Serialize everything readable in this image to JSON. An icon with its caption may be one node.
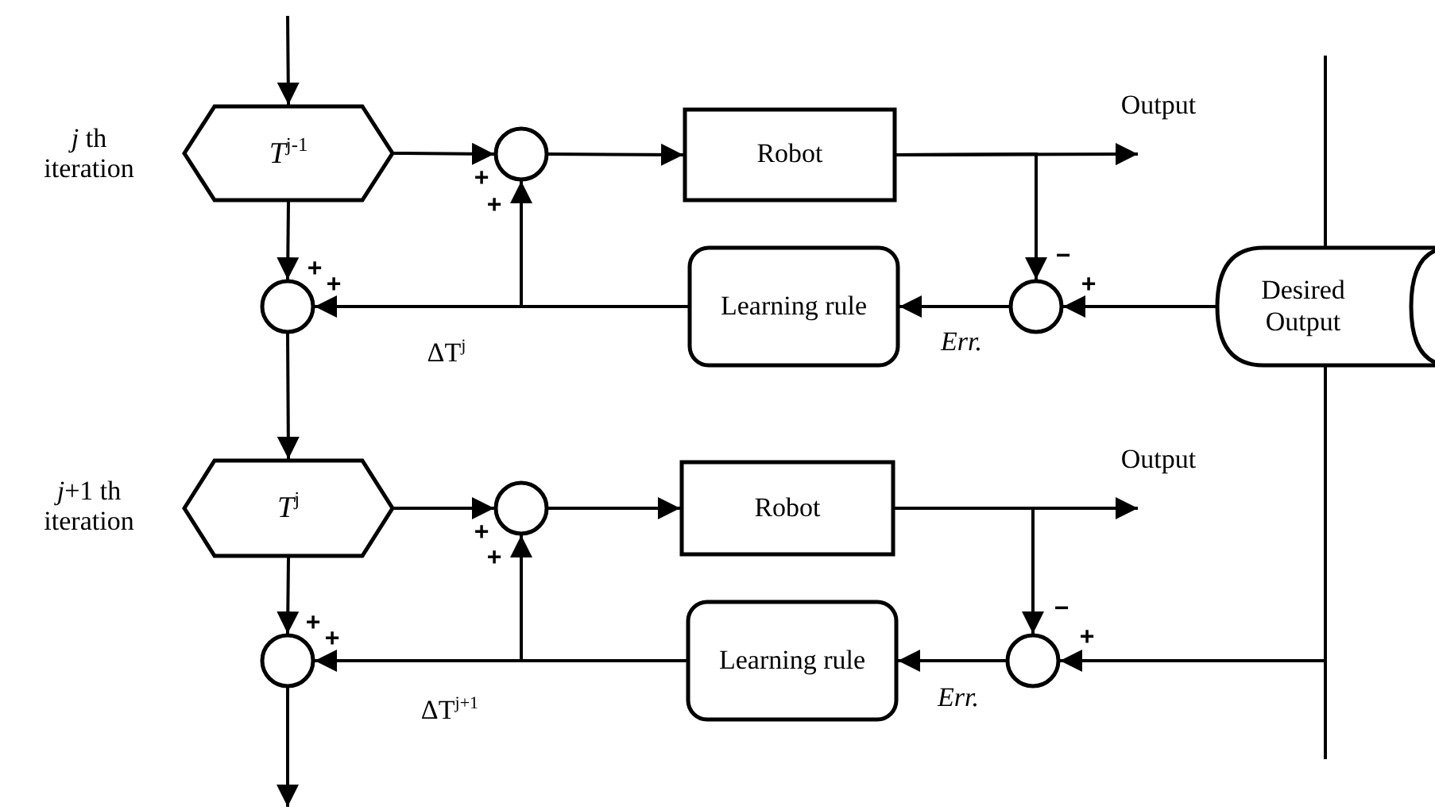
{
  "diagram": {
    "nodes": [
      {
        "text": [
          "*T*$^{j-1}$"
        ],
        "beside": [
          "*j* th iteration"
        ]
      },
      {
        "text": [],
        "shape": "circle",
        "beside": [
          "+",
          "+"
        ]
      },
      {
        "text": [
          "Robot"
        ]
      },
      {
        "text": [],
        "shape": "circle",
        "beside": [
          "−",
          "+"
        ]
      },
      {
        "text": [
          "Learning rule"
        ]
      },
      {
        "text": [],
        "shape": "circle",
        "beside": [
          "+",
          "+"
        ]
      },
      {
        "text": [
          "Desired Output"
        ]
      },
      {
        "text": [
          "*T*$^{j}$"
        ],
        "beside": [
          "*j*+1 th iteration"
        ]
      },
      {
        "text": [],
        "shape": "circle",
        "beside": [
          "+",
          "+"
        ]
      },
      {
        "text": [
          "Robot"
        ]
      },
      {
        "text": [],
        "shape": "circle",
        "beside": [
          "−",
          "+"
        ]
      },
      {
        "text": [
          "Learning rule"
        ]
      },
      {
        "text": [],
        "shape": "circle",
        "beside": [
          "+",
          "+"
        ]
      }
    ],
    "edges": [
      {
        "from": null,
        "to": 0,
        "arrow": "to"
      },
      {
        "from": 0,
        "to": 1,
        "arrow": "to"
      },
      {
        "from": 1,
        "to": 2,
        "arrow": "to"
      },
      {
        "from": 2,
        "to": null,
        "arrow": "to",
        "label": "Output"
      },
      {
        "from": 2,
        "to": 3,
        "arrow": "to"
      },
      {
        "from": 6,
        "to": 3,
        "arrow": "to"
      },
      {
        "from": 3,
        "to": 4,
        "arrow": "to",
        "label": "Err."
      },
      {
        "from": 4,
        "to": 5,
        "arrow": "to",
        "label": "ΔT$^{j}$"
      },
      {
        "from": 4,
        "to": 1,
        "arrow": "to"
      },
      {
        "from": 0,
        "to": 5,
        "arrow": "to"
      },
      {
        "from": 5,
        "to": 7,
        "arrow": "to"
      },
      {
        "from": 7,
        "to": 8,
        "arrow": "to"
      },
      {
        "from": 8,
        "to": 9,
        "arrow": "to"
      },
      {
        "from": 9,
        "to": null,
        "arrow": "to",
        "label": "Output"
      },
      {
        "from": 9,
        "to": 10,
        "arrow": "to"
      },
      {
        "from": 6,
        "to": 10,
        "arrow": "to"
      },
      {
        "from": 10,
        "to": 11,
        "arrow": "to",
        "label": "Err."
      },
      {
        "from": 11,
        "to": 12,
        "arrow": "to",
        "label": "ΔT$^{j+1}$"
      },
      {
        "from": 11,
        "to": 8,
        "arrow": "to"
      },
      {
        "from": 7,
        "to": 12,
        "arrow": "to"
      },
      {
        "from": 12,
        "to": null,
        "arrow": "to"
      },
      {
        "from": null,
        "to": 6,
        "arrow": "none"
      },
      {
        "from": 6,
        "to": null,
        "arrow": "none"
      }
    ]
  }
}
